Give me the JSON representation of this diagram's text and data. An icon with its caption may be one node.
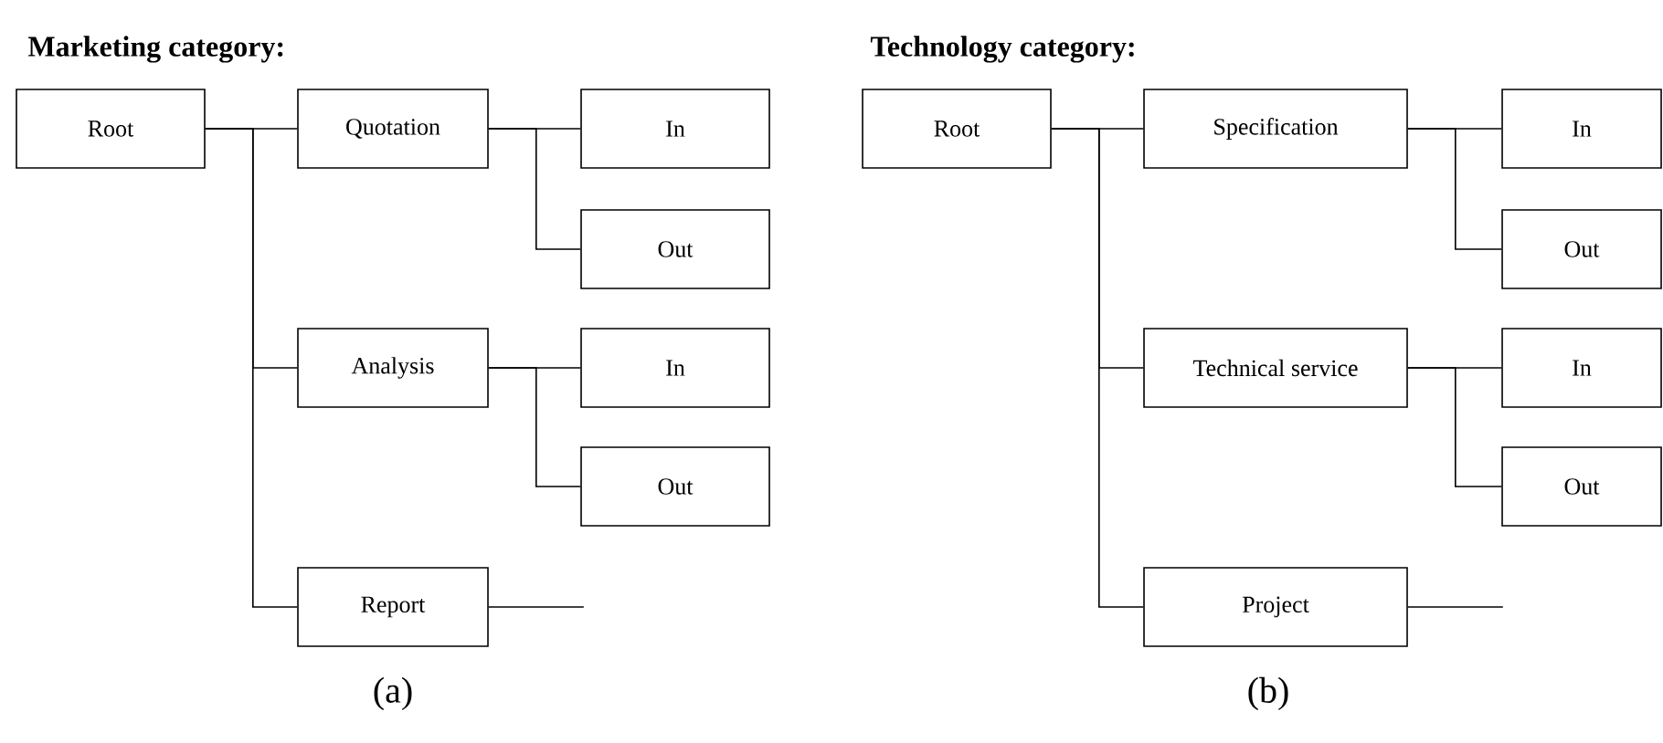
{
  "diagram": {
    "nodes": [
      {
        "text": [
          "Root"
        ]
      },
      {
        "text": [
          "Quotation"
        ]
      },
      {
        "text": [
          "In"
        ]
      },
      {
        "text": [
          "Out"
        ]
      },
      {
        "text": [
          "Analysis"
        ]
      },
      {
        "text": [
          "In"
        ]
      },
      {
        "text": [
          "Out"
        ]
      },
      {
        "text": [
          "Report"
        ]
      },
      {
        "text": [
          "Root"
        ]
      },
      {
        "text": [
          "Specification"
        ]
      },
      {
        "text": [
          "In"
        ]
      },
      {
        "text": [
          "Out"
        ]
      },
      {
        "text": [
          "Technical service"
        ]
      },
      {
        "text": [
          "In"
        ]
      },
      {
        "text": [
          "Out"
        ]
      },
      {
        "text": [
          "Project"
        ]
      }
    ],
    "edges": [
      {
        "from": 0,
        "to": 1,
        "arrow": "none"
      },
      {
        "from": 0,
        "to": 4,
        "arrow": "none"
      },
      {
        "from": 0,
        "to": 7,
        "arrow": "none"
      },
      {
        "from": 1,
        "to": 2,
        "arrow": "none"
      },
      {
        "from": 1,
        "to": 3,
        "arrow": "none"
      },
      {
        "from": 4,
        "to": 5,
        "arrow": "none"
      },
      {
        "from": 4,
        "to": 6,
        "arrow": "none"
      },
      {
        "from": 7,
        "to": null,
        "arrow": "none"
      },
      {
        "from": 8,
        "to": 9,
        "arrow": "none"
      },
      {
        "from": 8,
        "to": 12,
        "arrow": "none"
      },
      {
        "from": 8,
        "to": 15,
        "arrow": "none"
      },
      {
        "from": 9,
        "to": 10,
        "arrow": "none"
      },
      {
        "from": 9,
        "to": 11,
        "arrow": "none"
      },
      {
        "from": 12,
        "to": 13,
        "arrow": "none"
      },
      {
        "from": 12,
        "to": 14,
        "arrow": "none"
      },
      {
        "from": 15,
        "to": null,
        "arrow": "none"
      }
    ],
    "labels": [
      "Marketing category:",
      "Technology category:",
      "(a)",
      "(b)"
    ]
  }
}
